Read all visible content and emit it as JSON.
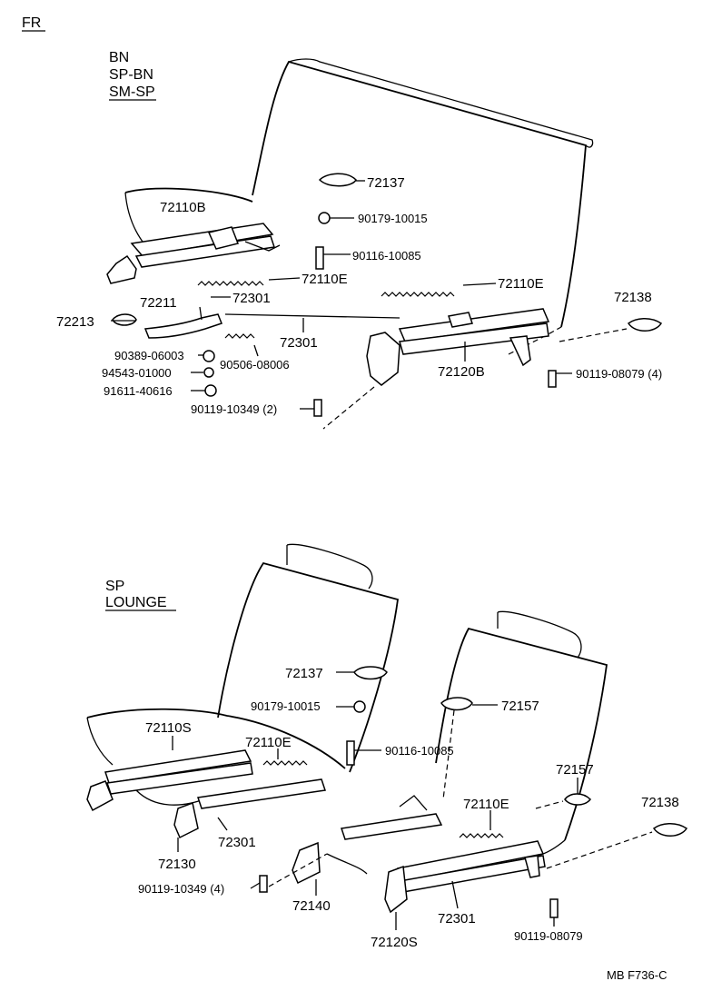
{
  "corner_tag": "FR",
  "footer_code": "MB  F736-C",
  "top_section": {
    "models": [
      "BN",
      "SP-BN",
      "SM-SP"
    ],
    "callouts": {
      "p72137": "72137",
      "p90179": "90179-10015",
      "p72110B": "72110B",
      "p90116": "90116-10085",
      "p72110E_a": "72110E",
      "p72110E_b": "72110E",
      "p72138": "72138",
      "p72211": "72211",
      "p72301_a": "72301",
      "p72213": "72213",
      "p72301_b": "72301",
      "p90389": "90389-06003",
      "p90506": "90506-08006",
      "p94543": "94543-01000",
      "p91611": "91611-40616",
      "p72120B": "72120B",
      "p90119_08079": "90119-08079 (4)",
      "p90119_10349": "90119-10349 (2)"
    }
  },
  "bottom_section": {
    "models": [
      "SP",
      "LOUNGE"
    ],
    "callouts": {
      "p72137": "72137",
      "p90179": "90179-10015",
      "p72157_a": "72157",
      "p72110S": "72110S",
      "p72110E_a": "72110E",
      "p90116": "90116-10085",
      "p72157_b": "72157",
      "p72110E_b": "72110E",
      "p72138": "72138",
      "p72301_a": "72301",
      "p72130": "72130",
      "p90119_10349": "90119-10349 (4)",
      "p72140": "72140",
      "p72301_b": "72301",
      "p72120S": "72120S",
      "p90119_08079": "90119-08079"
    }
  }
}
